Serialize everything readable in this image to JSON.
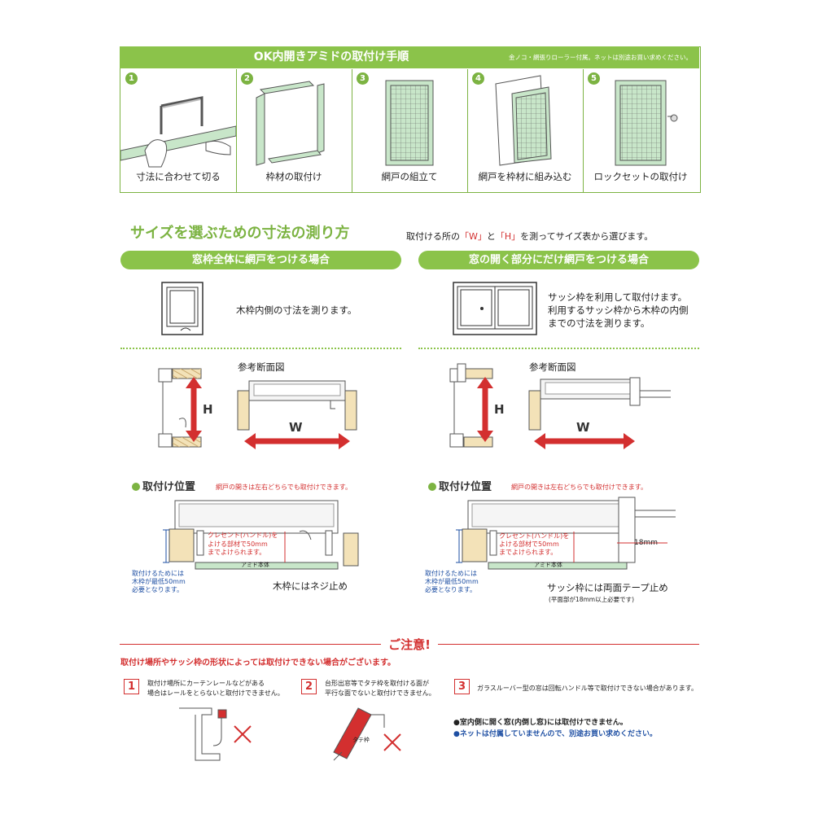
{
  "steps": {
    "title": "OK内開きアミドの取付け手順",
    "note": "金ノコ・網張りローラー付属。ネットは別途お買い求めください。",
    "items": [
      {
        "num": "1",
        "caption": "寸法に合わせて切る"
      },
      {
        "num": "2",
        "caption": "枠材の取付け"
      },
      {
        "num": "3",
        "caption": "網戸の組立て"
      },
      {
        "num": "4",
        "caption": "網戸を枠材に組み込む"
      },
      {
        "num": "5",
        "caption": "ロックセットの取付け"
      }
    ]
  },
  "measure": {
    "title": "サイズを選ぶための寸法の測り方",
    "subtitle_pre": "取付ける所の",
    "subtitle_w": "「W」",
    "subtitle_mid": "と",
    "subtitle_h": "「H」",
    "subtitle_post": "を測ってサイズ表から選びます。",
    "left": {
      "heading": "窓枠全体に網戸をつける場合",
      "desc": "木枠内側の寸法を測ります。",
      "ref": "参考断面図",
      "h": "H",
      "w": "W",
      "pos_title": "取付け位置",
      "pos_note": "網戸の開きは左右どちらでも取付けできます。",
      "crescent": [
        "クレセント(ハンドル)を",
        "よける部材で50mm",
        "までよけられます。"
      ],
      "body_label": "アミド本体",
      "need": [
        "取付けるためには",
        "木枠が最低50mm",
        "必要となります。"
      ],
      "fix": "木枠にはネジ止め"
    },
    "right": {
      "heading": "窓の開く部分にだけ網戸をつける場合",
      "desc": [
        "サッシ枠を利用して取付けます。",
        "利用するサッシ枠から木枠の内側",
        "までの寸法を測ります。"
      ],
      "ref": "参考断面図",
      "h": "H",
      "w": "W",
      "pos_title": "取付け位置",
      "pos_note": "網戸の開きは左右どちらでも取付けできます。",
      "crescent": [
        "クレセント(ハンドル)を",
        "よける部材で50mm",
        "までよけられます。"
      ],
      "body_label": "アミド本体",
      "need": [
        "取付けるためには",
        "木枠が最低50mm",
        "必要となります。"
      ],
      "mm": "18mm",
      "fix": "サッシ枠には両面テープ止め",
      "fix_note": "(平面部が18mm以上必要です)"
    }
  },
  "caution": {
    "title": "ご注意!",
    "lead": "取付け場所やサッシ枠の形状によっては取付けできない場合がございます。",
    "items": [
      {
        "num": "1",
        "text": [
          "取付け場所にカーテンレールなどがある",
          "場合はレールをとらないと取付けできません。"
        ]
      },
      {
        "num": "2",
        "text": [
          "台形出窓等でタテ枠を取付ける面が",
          "平行な面でないと取付けできません。"
        ],
        "label": "タテ枠"
      },
      {
        "num": "3",
        "text": [
          "ガラスルーバー型の窓は回転ハンドル等で取付けできない場合があります。"
        ]
      }
    ],
    "notes": [
      "●室内側に開く窓(内倒し窓)には取付けできません。",
      "●ネットは付属していませんので、別途お買い求めください。"
    ]
  },
  "colors": {
    "green": "#8bc34a",
    "red": "#d32f2f",
    "blue": "#1e4fa3"
  }
}
